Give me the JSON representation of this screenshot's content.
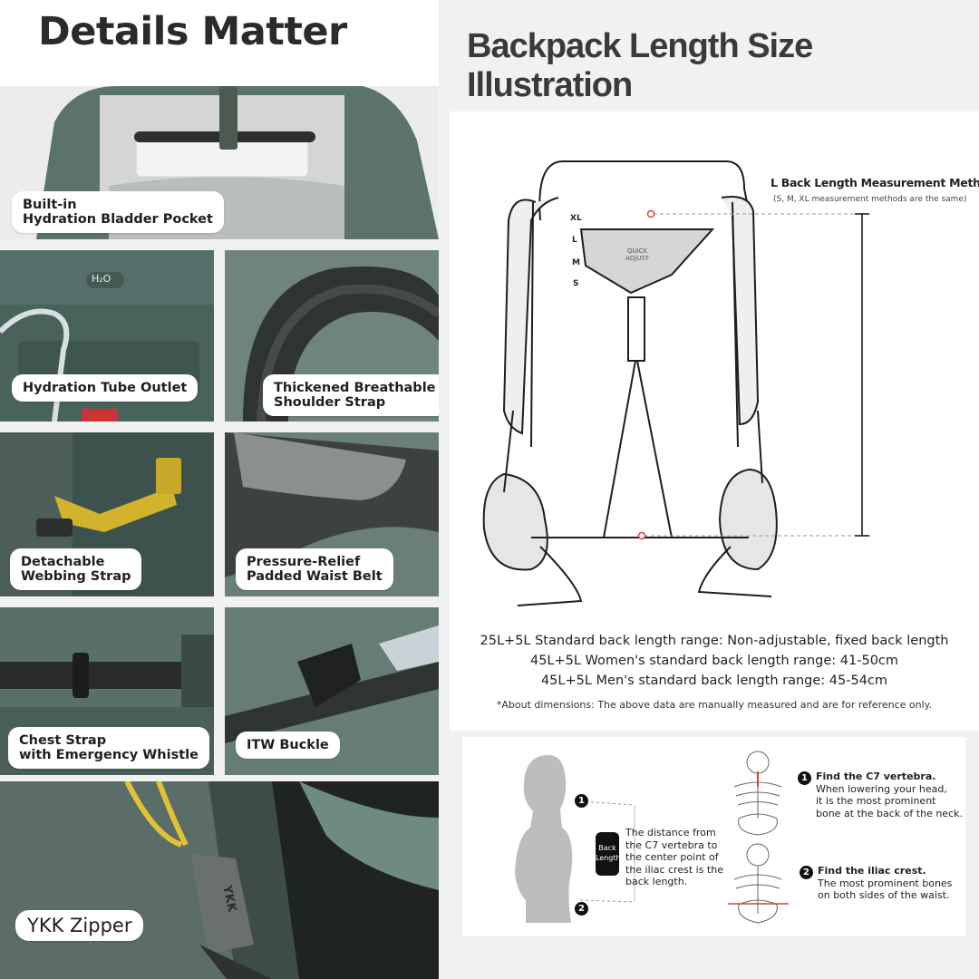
{
  "left": {
    "title": "Details Matter",
    "features": [
      {
        "line1": "Built-in",
        "line2": "Hydration Bladder Pocket"
      },
      {
        "line1": "Hydration Tube Outlet",
        "line2": ""
      },
      {
        "line1": "Thickened Breathable",
        "line2": "Shoulder Strap"
      },
      {
        "line1": "Detachable",
        "line2": "Webbing Strap"
      },
      {
        "line1": "Pressure-Relief",
        "line2": "Padded Waist Belt"
      },
      {
        "line1": "Chest Strap",
        "line2": "with Emergency Whistle"
      },
      {
        "line1": "ITW Buckle",
        "line2": ""
      },
      {
        "line1": "YKK Zipper",
        "line2": ""
      }
    ],
    "h2o_badge": "H₂O",
    "ykk_text": "YKK"
  },
  "right": {
    "title": "Backpack Length Size Illustration",
    "method_title": "L Back Length Measurement Method",
    "method_sub": "(S, M, XL measurement methods are the same)",
    "sizes": [
      "XL",
      "L",
      "M",
      "S"
    ],
    "quick_adjust": [
      "QUICK",
      "ADJUST"
    ],
    "specs": [
      "25L+5L Standard back length range: Non-adjustable, fixed back length",
      "45L+5L Women's standard back length range: 41-50cm",
      "45L+5L Men's standard back length range: 45-54cm"
    ],
    "note": "*About dimensions: The above data are manually measured and are for reference only.",
    "back_length_tag": [
      "Back",
      "Length"
    ],
    "back_length_desc": [
      "The distance from",
      "the C7 vertebra to",
      "the center point of",
      "the iliac crest is the",
      "back length."
    ],
    "steps": [
      {
        "num": "1",
        "title": "Find the C7 vertebra.",
        "lines": [
          "When lowering your head,",
          "it is the most prominent",
          "bone at the back of the neck."
        ]
      },
      {
        "num": "2",
        "title": "Find the iliac crest.",
        "lines": [
          "The most prominent bones",
          "on both sides of the waist."
        ]
      }
    ],
    "colors": {
      "marker_red": "#e03b3b",
      "panel_green": "#4f655f"
    }
  }
}
